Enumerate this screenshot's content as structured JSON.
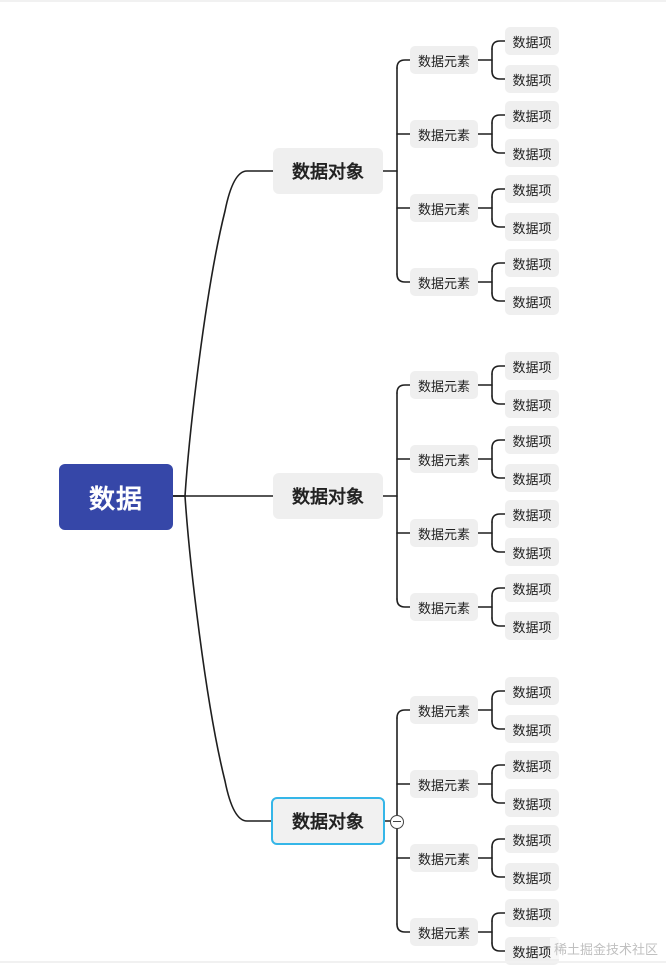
{
  "root": {
    "label": "数据",
    "color": "#3647a8"
  },
  "objects": [
    {
      "label": "数据对象",
      "selected": false,
      "elements": [
        {
          "label": "数据元素",
          "items": [
            "数据项",
            "数据项"
          ]
        },
        {
          "label": "数据元素",
          "items": [
            "数据项",
            "数据项"
          ]
        },
        {
          "label": "数据元素",
          "items": [
            "数据项",
            "数据项"
          ]
        },
        {
          "label": "数据元素",
          "items": [
            "数据项",
            "数据项"
          ]
        }
      ]
    },
    {
      "label": "数据对象",
      "selected": false,
      "elements": [
        {
          "label": "数据元素",
          "items": [
            "数据项",
            "数据项"
          ]
        },
        {
          "label": "数据元素",
          "items": [
            "数据项",
            "数据项"
          ]
        },
        {
          "label": "数据元素",
          "items": [
            "数据项",
            "数据项"
          ]
        },
        {
          "label": "数据元素",
          "items": [
            "数据项",
            "数据项"
          ]
        }
      ]
    },
    {
      "label": "数据对象",
      "selected": true,
      "elements": [
        {
          "label": "数据元素",
          "items": [
            "数据项",
            "数据项"
          ]
        },
        {
          "label": "数据元素",
          "items": [
            "数据项",
            "数据项"
          ]
        },
        {
          "label": "数据元素",
          "items": [
            "数据项",
            "数据项"
          ]
        },
        {
          "label": "数据元素",
          "items": [
            "数据项",
            "数据项"
          ]
        }
      ]
    }
  ],
  "collapse_icon": "minus-circle-icon",
  "selection_color": "#35b6e8",
  "watermark": "稀土掘金技术社区"
}
